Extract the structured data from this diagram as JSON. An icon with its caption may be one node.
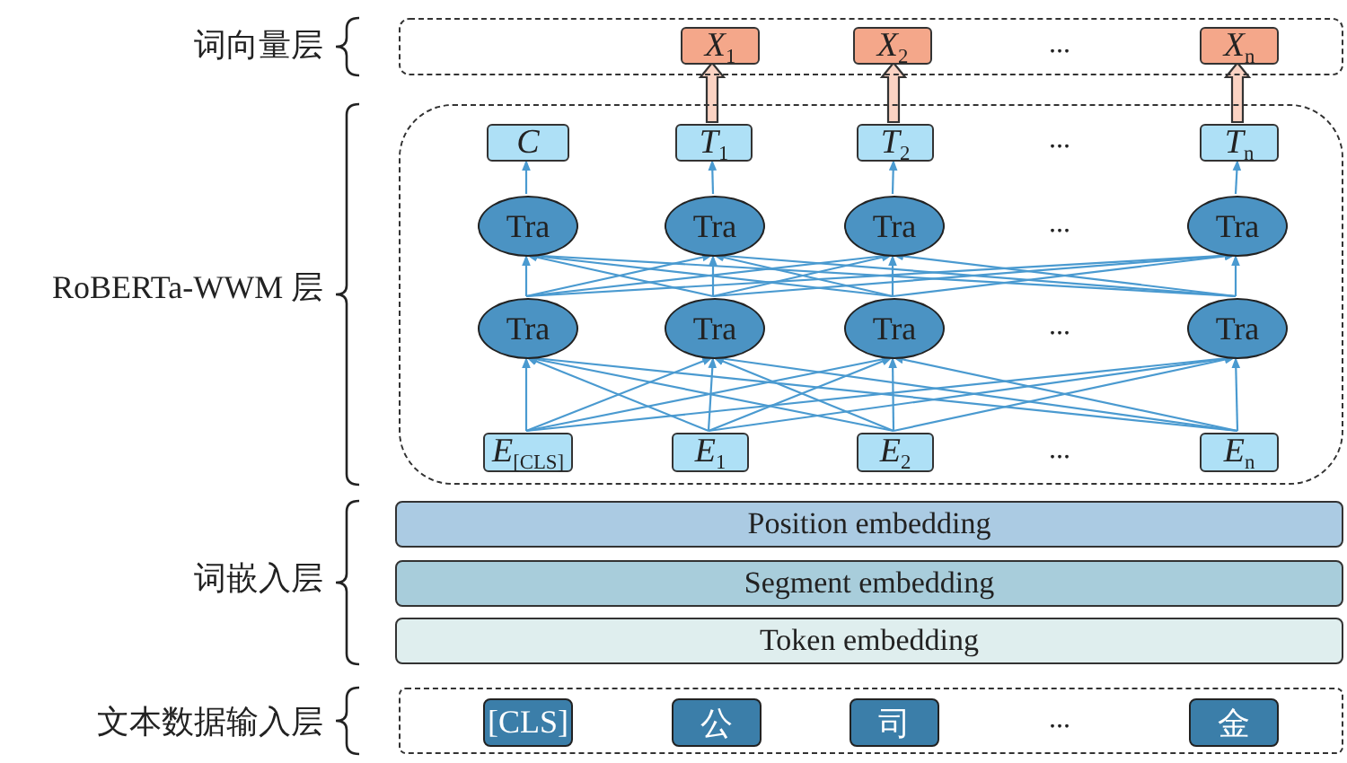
{
  "diagram": {
    "nodes": [
      {
        "text": [],
        "shape": "box"
      },
      {
        "text": [
          "X$_{1}$"
        ],
        "in": 0
      },
      {
        "text": [
          "X$_{2}$"
        ],
        "in": 0
      },
      {
        "text": [
          "X$_{n}$"
        ],
        "in": 0
      },
      {
        "text": [],
        "shape": "box"
      },
      {
        "text": [
          "C"
        ],
        "in": 4
      },
      {
        "text": [
          "T$_{1}$"
        ],
        "in": 4
      },
      {
        "text": [
          "T$_{2}$"
        ],
        "in": 4
      },
      {
        "text": [
          "T$_{n}$"
        ],
        "in": 4
      },
      {
        "text": [
          "Tra"
        ],
        "in": 4
      },
      {
        "text": [
          "Tra"
        ],
        "in": 4
      },
      {
        "text": [
          "Tra"
        ],
        "in": 4
      },
      {
        "text": [
          "Tra"
        ],
        "in": 4
      },
      {
        "text": [
          "Tra"
        ],
        "in": 4
      },
      {
        "text": [
          "Tra"
        ],
        "in": 4
      },
      {
        "text": [
          "Tra"
        ],
        "in": 4
      },
      {
        "text": [
          "Tra"
        ],
        "in": 4
      },
      {
        "text": [
          "E$_{[CLS]}$"
        ],
        "in": 4
      },
      {
        "text": [
          "E$_{1}$"
        ],
        "in": 4
      },
      {
        "text": [
          "E$_{2}$"
        ],
        "in": 4
      },
      {
        "text": [
          "E$_{n}$"
        ],
        "in": 4
      },
      {
        "text": [
          "Position embedding"
        ]
      },
      {
        "text": [
          "Segment embedding"
        ]
      },
      {
        "text": [
          "Token embedding"
        ]
      },
      {
        "text": [],
        "shape": "box"
      },
      {
        "text": [
          "[CLS]"
        ],
        "in": 24
      },
      {
        "text": [
          "公"
        ],
        "in": 24
      },
      {
        "text": [
          "司"
        ],
        "in": 24
      },
      {
        "text": [
          "金"
        ],
        "in": 24
      }
    ],
    "edges": [
      {
        "from": 6,
        "to": 1,
        "arrow": "to",
        "style": "thick",
        "color": "#fbd3c3"
      },
      {
        "from": 7,
        "to": 2,
        "arrow": "to",
        "style": "thick",
        "color": "#fbd3c3"
      },
      {
        "from": 8,
        "to": 3,
        "arrow": "to",
        "style": "thick",
        "color": "#fbd3c3"
      },
      {
        "from": 9,
        "to": 5,
        "arrow": "to"
      },
      {
        "from": 10,
        "to": 6,
        "arrow": "to"
      },
      {
        "from": 11,
        "to": 7,
        "arrow": "to"
      },
      {
        "from": 12,
        "to": 8,
        "arrow": "to"
      },
      {
        "from": 13,
        "to": 9,
        "arrow": "to"
      },
      {
        "from": 13,
        "to": 10,
        "arrow": "to"
      },
      {
        "from": 13,
        "to": 11,
        "arrow": "to"
      },
      {
        "from": 13,
        "to": 12,
        "arrow": "to"
      },
      {
        "from": 14,
        "to": 9,
        "arrow": "to"
      },
      {
        "from": 14,
        "to": 10,
        "arrow": "to"
      },
      {
        "from": 14,
        "to": 11,
        "arrow": "to"
      },
      {
        "from": 14,
        "to": 12,
        "arrow": "to"
      },
      {
        "from": 15,
        "to": 9,
        "arrow": "to"
      },
      {
        "from": 15,
        "to": 10,
        "arrow": "to"
      },
      {
        "from": 15,
        "to": 11,
        "arrow": "to"
      },
      {
        "from": 15,
        "to": 12,
        "arrow": "to"
      },
      {
        "from": 16,
        "to": 9,
        "arrow": "to"
      },
      {
        "from": 16,
        "to": 10,
        "arrow": "to"
      },
      {
        "from": 16,
        "to": 11,
        "arrow": "to"
      },
      {
        "from": 16,
        "to": 12,
        "arrow": "to"
      },
      {
        "from": 17,
        "to": 13,
        "arrow": "to"
      },
      {
        "from": 17,
        "to": 14,
        "arrow": "to"
      },
      {
        "from": 17,
        "to": 15,
        "arrow": "to"
      },
      {
        "from": 17,
        "to": 16,
        "arrow": "to"
      },
      {
        "from": 18,
        "to": 13,
        "arrow": "to"
      },
      {
        "from": 18,
        "to": 14,
        "arrow": "to"
      },
      {
        "from": 18,
        "to": 15,
        "arrow": "to"
      },
      {
        "from": 18,
        "to": 16,
        "arrow": "to"
      },
      {
        "from": 19,
        "to": 13,
        "arrow": "to"
      },
      {
        "from": 19,
        "to": 14,
        "arrow": "to"
      },
      {
        "from": 19,
        "to": 15,
        "arrow": "to"
      },
      {
        "from": 19,
        "to": 16,
        "arrow": "to"
      },
      {
        "from": 20,
        "to": 13,
        "arrow": "to"
      },
      {
        "from": 20,
        "to": 14,
        "arrow": "to"
      },
      {
        "from": 20,
        "to": 15,
        "arrow": "to"
      },
      {
        "from": 20,
        "to": 16,
        "arrow": "to"
      }
    ],
    "labels": [
      "词向量层",
      "...",
      "...",
      "RoBERTa-WWM 层",
      "...",
      "...",
      "...",
      "词嵌入层",
      "文本数据输入层",
      "..."
    ]
  }
}
